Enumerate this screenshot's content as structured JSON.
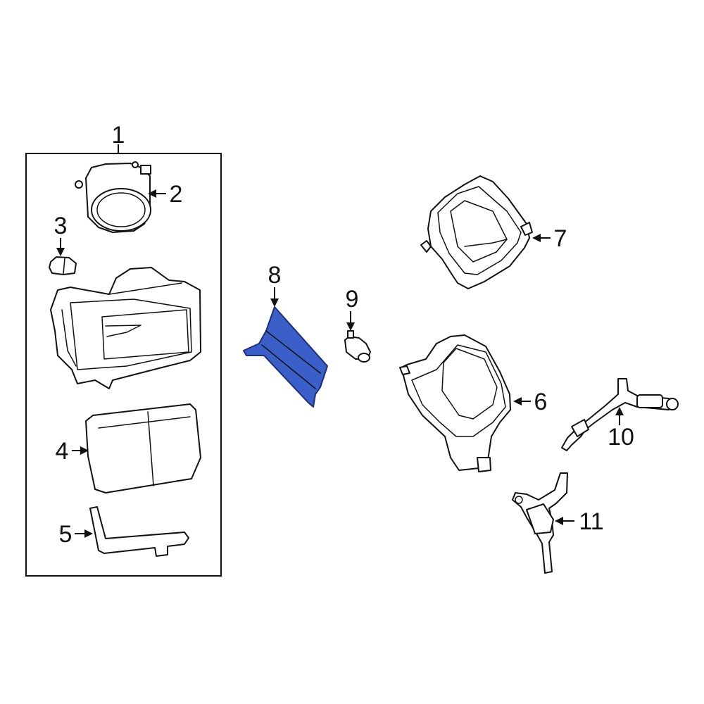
{
  "colors": {
    "highlight_fill": "#3a5fc8",
    "highlight_stroke": "#1d2f7a",
    "line": "#111111",
    "background": "#ffffff"
  },
  "callouts": {
    "c1": "1",
    "c2": "2",
    "c3": "3",
    "c4": "4",
    "c5": "5",
    "c6": "6",
    "c7": "7",
    "c8": "8",
    "c9": "9",
    "c10": "10",
    "c11": "11"
  },
  "highlighted_part": "8"
}
